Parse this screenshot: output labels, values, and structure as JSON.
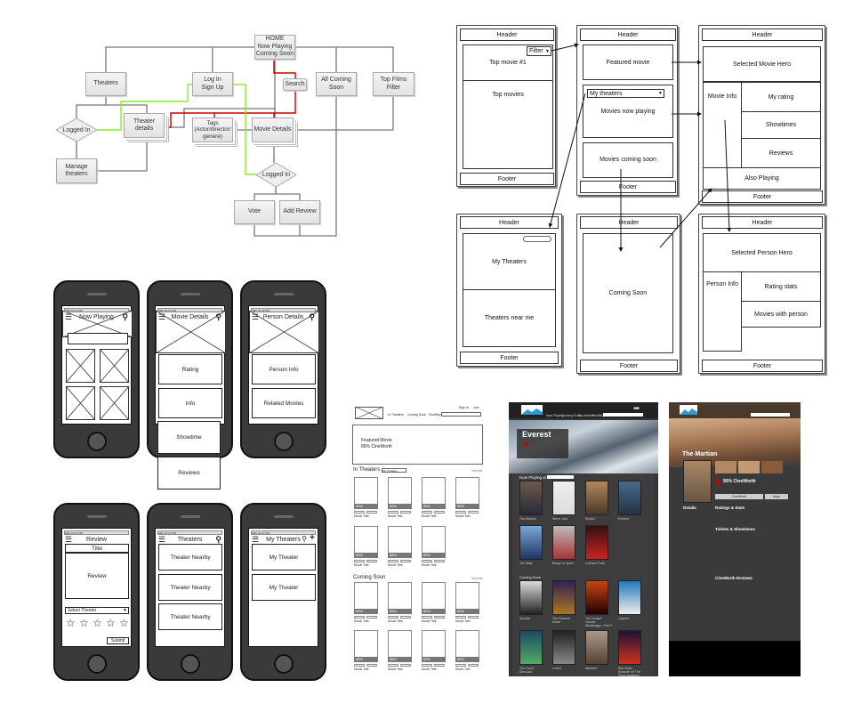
{
  "flowchart": {
    "home": "HOME\nNow Playing\nComing Soon",
    "theaters": "Theaters",
    "login": "Log In\nSign Up",
    "search": "Search",
    "all_coming_soon": "All Coming\nSoon",
    "top_films": "Top Films\nFilter",
    "logged_in_1": "Logged In",
    "theater_details": "Theater details",
    "tags": "Tags\n(Actor/director/\ngenere)",
    "movie_details": "Movie Details",
    "manage_theaters": "Manage\ntheaters",
    "logged_in_2": "Logged In",
    "vote": "Vote",
    "add_review": "Add Review",
    "colors": {
      "red": "#cc0000",
      "green": "#88ee22",
      "gray": "#777777"
    }
  },
  "desktop_wireframes": {
    "header": "Header",
    "footer": "Footer",
    "p1": {
      "top_movie": "Top movie #1",
      "filter": "Filter",
      "top_movies": "Top movies"
    },
    "p2": {
      "featured": "Featured movie",
      "my_theaters": "My theaters",
      "now_playing": "Movies now playing",
      "coming_soon": "Movies coming soon"
    },
    "p3": {
      "hero": "Selected Movie Hero",
      "movie_info": "Movie Info",
      "my_rating": "My rating",
      "showtimes": "Showtimes",
      "reviews": "Reviews",
      "also_playing": "Also Playing"
    },
    "p4": {
      "my_theaters": "My Theaters",
      "near_me": "Theaters near me"
    },
    "p5": {
      "coming_soon": "Coming Soon"
    },
    "p6": {
      "hero": "Selected Person Hero",
      "person_info": "Person Info",
      "rating_stats": "Rating stats",
      "movies_with": "Movies with person"
    }
  },
  "phones": {
    "status": "ABC      01:47 PM",
    "now_playing": {
      "title": "Now Playing"
    },
    "movie_details": {
      "title": "Movie Details",
      "rating": "Rating",
      "info": "Info",
      "showtime": "Showtime",
      "reviews": "Reviews"
    },
    "person_details": {
      "title": "Person Details",
      "person_info": "Person Info",
      "related": "Related Movies"
    },
    "review": {
      "title": "Review",
      "title_field": "Title",
      "review_field": "Review",
      "select": "Select Theater",
      "submit": "Submit",
      "stars": 0
    },
    "theaters": {
      "title": "Theaters",
      "item": "Theater Nearby"
    },
    "my_theaters": {
      "title": "My Theaters",
      "item": "My Theater"
    }
  },
  "web_lofi": {
    "nav": [
      "In Theaters",
      "Coming Soon",
      "Find/Buy"
    ],
    "links": [
      "Sign In",
      "Join"
    ],
    "featured": "Featured Movie",
    "featured_score": "85% CineWorth",
    "in_theaters": "In Theaters",
    "select": "My Theaters",
    "view_all": "View All",
    "coming_soon": "Coming Soon",
    "score": "85%",
    "movie_title": "Movie Title"
  },
  "web_dark": {
    "nav": [
      "Now Playing",
      "Coming Soon",
      "Top Movies",
      "Find/Buy"
    ],
    "hero_title": "Everest",
    "now_playing_at": "Now Playing at",
    "coming_soon": "Coming Soon",
    "now_titles": [
      "The Martian",
      "Steve Jobs",
      "Sicario",
      "Everest",
      "The Walk",
      "Bridge of Spies",
      "Crimson Peak"
    ],
    "coming_titles": [
      "Spectre",
      "The Peanuts Movie",
      "The Hunger Games: Mockingjay - Part 2",
      "Legend",
      "The Good Dinosaur",
      "Creed",
      "Macbeth",
      "Star Wars: Episode VII The Force Awakens"
    ]
  },
  "web_detail": {
    "title": "The Martian",
    "score": "95% CineWorth",
    "details": "Details",
    "ratings": "Ratings & Stats",
    "tickets": "Tickets & Showtimes",
    "reviews": "CineWorth Reviews",
    "btn1": "CineWorth",
    "btn2": "Nope"
  }
}
